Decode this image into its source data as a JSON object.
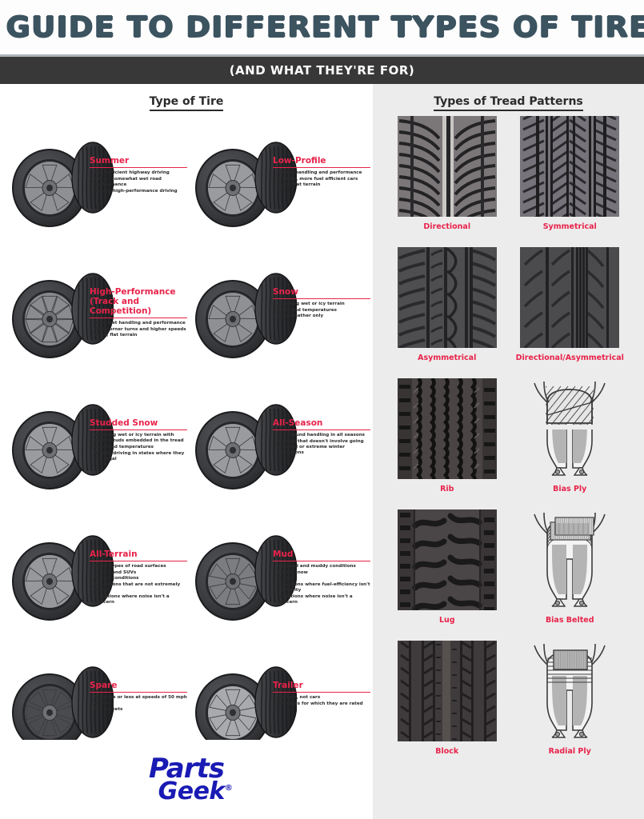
{
  "header": {
    "title": "A GUIDE TO DIFFERENT TYPES OF TIRES",
    "subtitle": "(AND WHAT THEY'RE FOR)"
  },
  "colors": {
    "accent_red": "#e8234a",
    "title_blue_gray": "#3c5360",
    "subtitle_bar": "#383838",
    "right_panel_bg": "#ececec",
    "logo_blue": "#1a1ab4"
  },
  "left_column": {
    "heading": "Type of Tire",
    "tires": [
      {
        "name": "Summer",
        "bullets": [
          "Fuel-efficient highway driving",
          "Dry or somewhat wet road performance",
          "Sporty/high-performance driving"
        ]
      },
      {
        "name": "Low-Profile",
        "bullets": [
          "Better handling and performance",
          "Smaller, more fuel efficient cars",
          "Even, flat terrain"
        ]
      },
      {
        "name": "High-Performance (Track and Competition)",
        "bullets": [
          "Very fast handling and performance",
          "Fast corner turns and higher speeds",
          "Even, flat terrain"
        ]
      },
      {
        "name": "Snow",
        "bullets": [
          "Gripping wet or icy terrain",
          "Low road temperatures",
          "Cold weather only"
        ]
      },
      {
        "name": "Studded Snow",
        "bullets": [
          "Gripping wet or icy terrain with metal studs embedded in the tread",
          "Low road temperatures",
          "Winter driving in states where they are legal"
        ]
      },
      {
        "name": "All-Season",
        "bullets": [
          "Year-round handling in all seasons",
          "Driving that doesn't involve going off-road or extreme winter conditions"
        ]
      },
      {
        "name": "All-Terrain",
        "bullets": [
          "Many types of road surfaces",
          "Trucks and SUVs",
          "Snowy conditions",
          "Conditions that are not extremely muddy",
          "Situations where noise isn't a concern"
        ]
      },
      {
        "name": "Mud",
        "bullets": [
          "Off-road and muddy conditions",
          "Heavy snow",
          "Trucks",
          "Situations where fuel-efficiency isn't a priority",
          "Situations where noise isn't a concern"
        ]
      },
      {
        "name": "Spare",
        "bullets": [
          "50 miles or less at speeds of 50 mph or less",
          "Dry streets"
        ]
      },
      {
        "name": "Trailer",
        "bullets": [
          "Trailers, not cars",
          "Payloads for which they are rated"
        ]
      }
    ]
  },
  "right_column": {
    "heading": "Types of Tread Patterns",
    "patterns": [
      {
        "label": "Directional",
        "art": "directional"
      },
      {
        "label": "Symmetrical",
        "art": "symmetrical"
      },
      {
        "label": "Asymmetrical",
        "art": "asymmetrical"
      },
      {
        "label": "Directional/Asymmetrical",
        "art": "dir-asym"
      },
      {
        "label": "Rib",
        "art": "rib"
      },
      {
        "label": "Bias Ply",
        "art": "bias-ply"
      },
      {
        "label": "Lug",
        "art": "lug"
      },
      {
        "label": "Bias Belted",
        "art": "bias-belted"
      },
      {
        "label": "Block",
        "art": "block"
      },
      {
        "label": "Radial Ply",
        "art": "radial-ply"
      }
    ]
  },
  "footer": {
    "logo_line1": "Parts",
    "logo_line2": "Geek",
    "logo_mark": "®"
  }
}
